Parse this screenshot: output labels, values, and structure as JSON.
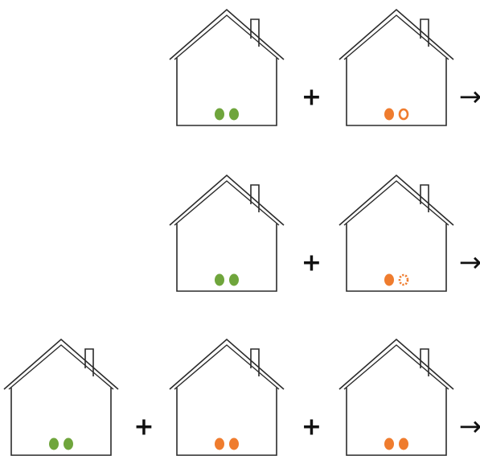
{
  "colors": {
    "green": "#6fa53c",
    "orange": "#ef7c2e",
    "outline": "#2b2b2b",
    "text": "#111111"
  },
  "symbols": {
    "plus": "+",
    "arrow": "→"
  },
  "rows": [
    {
      "name": "row-1",
      "houses": [
        {
          "dots": [
            "green-solid",
            "green-solid"
          ]
        },
        {
          "dots": [
            "orange-solid",
            "orange-ring"
          ]
        }
      ]
    },
    {
      "name": "row-2",
      "houses": [
        {
          "dots": [
            "green-solid",
            "green-solid"
          ]
        },
        {
          "dots": [
            "orange-solid",
            "orange-dashed-ring"
          ]
        }
      ]
    },
    {
      "name": "row-3",
      "houses": [
        {
          "dots": [
            "green-solid",
            "green-solid"
          ]
        },
        {
          "dots": [
            "orange-solid",
            "orange-solid"
          ]
        },
        {
          "dots": [
            "orange-solid",
            "orange-solid"
          ]
        }
      ]
    }
  ]
}
